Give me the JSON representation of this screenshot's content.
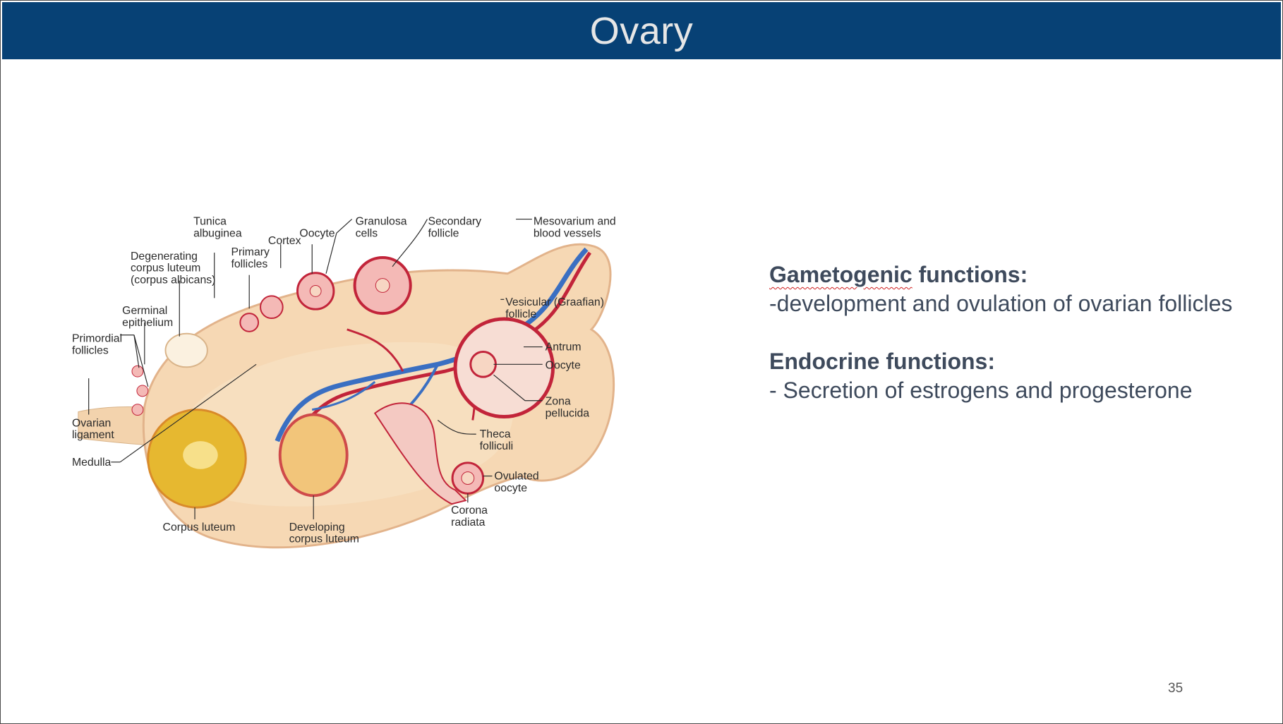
{
  "slide": {
    "title": "Ovary",
    "page_number": "35"
  },
  "diagram": {
    "labels": {
      "tunica_albuginea_1": "Tunica",
      "tunica_albuginea_2": "albuginea",
      "cortex": "Cortex",
      "oocyte_top": "Oocyte",
      "granulosa_1": "Granulosa",
      "granulosa_2": "cells",
      "secondary_1": "Secondary",
      "secondary_2": "follicle",
      "mesovarium_1": "Mesovarium and",
      "mesovarium_2": "blood vessels",
      "degenerating_1": "Degenerating",
      "degenerating_2": "corpus luteum",
      "degenerating_3": "(corpus albicans)",
      "primary_1": "Primary",
      "primary_2": "follicles",
      "germinal_1": "Germinal",
      "germinal_2": "epithelium",
      "vesicular_1": "Vesicular (Graafian)",
      "vesicular_2": "follicle",
      "primordial_1": "Primordial",
      "primordial_2": "follicles",
      "antrum": "Antrum",
      "oocyte_right": "Oocyte",
      "zona_1": "Zona",
      "zona_2": "pellucida",
      "ovarian_lig_1": "Ovarian",
      "ovarian_lig_2": "ligament",
      "theca_1": "Theca",
      "theca_2": "folliculi",
      "medulla": "Medulla",
      "ovulated_1": "Ovulated",
      "ovulated_2": "oocyte",
      "corona_1": "Corona",
      "corona_2": "radiata",
      "corpus_luteum": "Corpus luteum",
      "developing_1": "Developing",
      "developing_2": "corpus luteum"
    }
  },
  "content": {
    "gametogenic_heading_word": "Gametogenic",
    "gametogenic_heading_rest": " functions:",
    "gametogenic_body": "-development and ovulation of ovarian follicles",
    "endocrine_heading": "Endocrine functions:",
    "endocrine_body": "- Secretion of estrogens and progesterone"
  },
  "colors": {
    "title_bar": "#074175",
    "title_text": "#e6e6e6",
    "body_text": "#3e4a5c"
  }
}
